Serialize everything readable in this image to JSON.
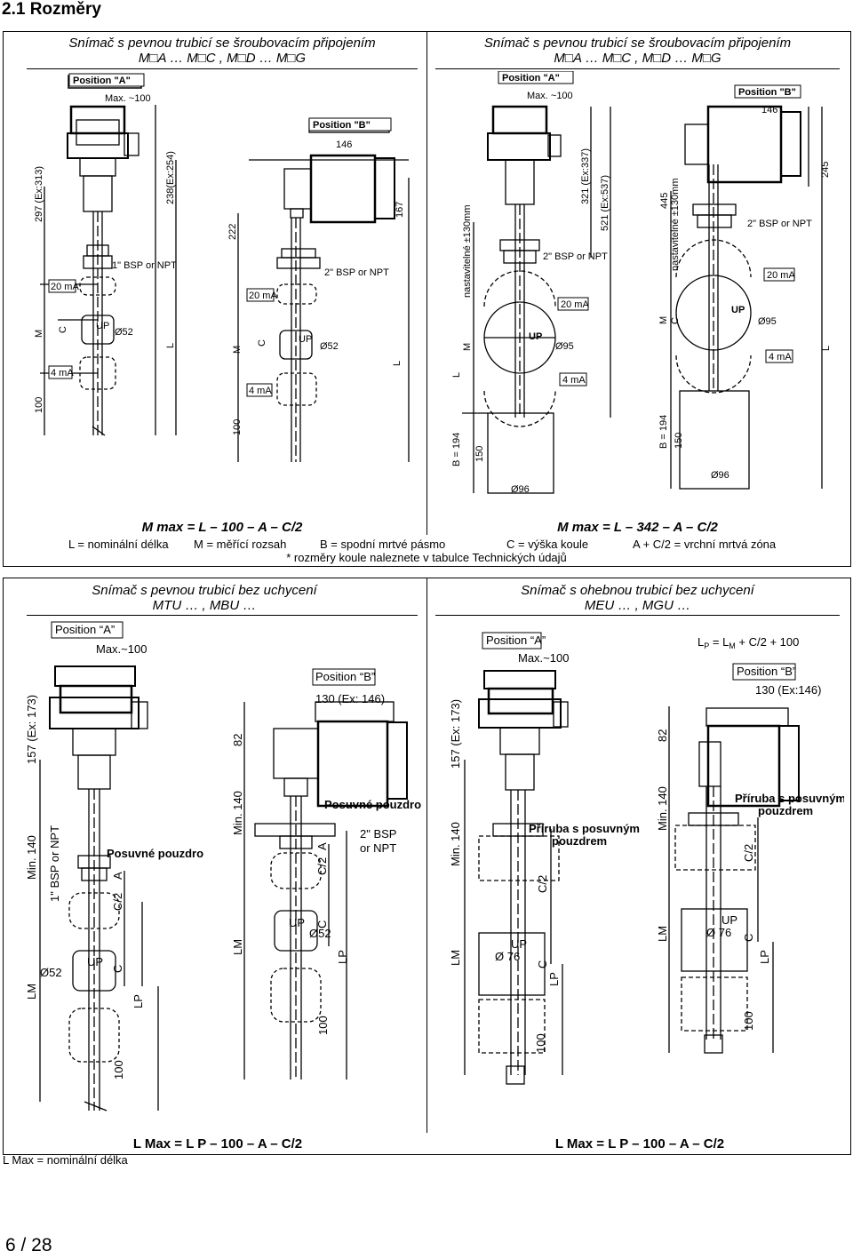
{
  "section_title": "2.1 Rozměry",
  "top": {
    "left_header_line1": "Snímač s pevnou trubicí se šroubovacím připojením",
    "left_header_line2": "M□A … M□C , M□D … M□G",
    "right_header_line1": "Snímač s pevnou trubicí se šroubovacím připojením",
    "right_header_line2": "M□A … M□C , M□D … M□G",
    "left_formula": "M max = L – 100 – A – C/2",
    "right_formula": "M max = L – 342 – A – C/2",
    "legend_L": "L = nominální délka",
    "legend_M": "M = měřící rozsah",
    "legend_B": "B = spodní mrtvé pásmo",
    "legend_C": "C = výška koule",
    "legend_A": "A + C/2 = vrchní mrtvá zóna",
    "legend_note": "* rozměry koule naleznete v tabulce Technických údajů"
  },
  "bottom": {
    "left_header_line1": "Snímač s pevnou trubicí bez uchycení",
    "left_header_line2": "MTU … , MBU …",
    "right_header_line1": "Snímač s ohebnou trubicí bez uchycení",
    "right_header_line2": "MEU … , MGU …",
    "left_formula": "L Max = L P – 100 – A – C/2",
    "right_formula": "L Max = L P – 100 – A – C/2",
    "footnote": "L Max = nominální délka",
    "lp_formula": "LP = LM + C/2 + 100"
  },
  "drawing_labels": {
    "pos_a": "Position \"A\"",
    "pos_b": "Position \"B\"",
    "pos_a2": "Position “A”",
    "pos_b2": "Position “B”",
    "max100": "Max. ~100",
    "max100b": "Max.~100",
    "d146": "146",
    "d130": "130 (Ex: 146)",
    "d130b": "130 (Ex:146)",
    "d297": "297 (Ex:313)",
    "d238": "238(Ex:254)",
    "d222": "222",
    "d167": "167",
    "d321": "321 (Ex:337)",
    "d521": "521 (Ex:537)",
    "d445": "445",
    "d245": "245",
    "d157": "157 (Ex: 173)",
    "d82": "82",
    "min140": "Min. 140",
    "bsp1": "1\" BSP or NPT",
    "bsp2": "2\" BSP or NPT",
    "bsp2b": "2\" BSP",
    "ornpt": "or NPT",
    "ma20": "20 mA",
    "ma4": "4 mA",
    "ma4b": "4 mA",
    "up": "UP",
    "d52": "Ø52",
    "d95": "Ø95",
    "d96": "Ø96",
    "d76": "Ø 76",
    "d100": "100",
    "d150": "150",
    "b194": "B = 194",
    "nast": "nastavitelné ±130mm",
    "L": "L",
    "M": "M",
    "C": "C",
    "C2": "C/2",
    "A": "A",
    "LM": "LM",
    "LP": "LP",
    "posuvne": "Posuvné pouzdro",
    "priruba1": "Příruba s posuvným",
    "priruba2": "pouzdrem"
  },
  "page_number": "6 / 28"
}
